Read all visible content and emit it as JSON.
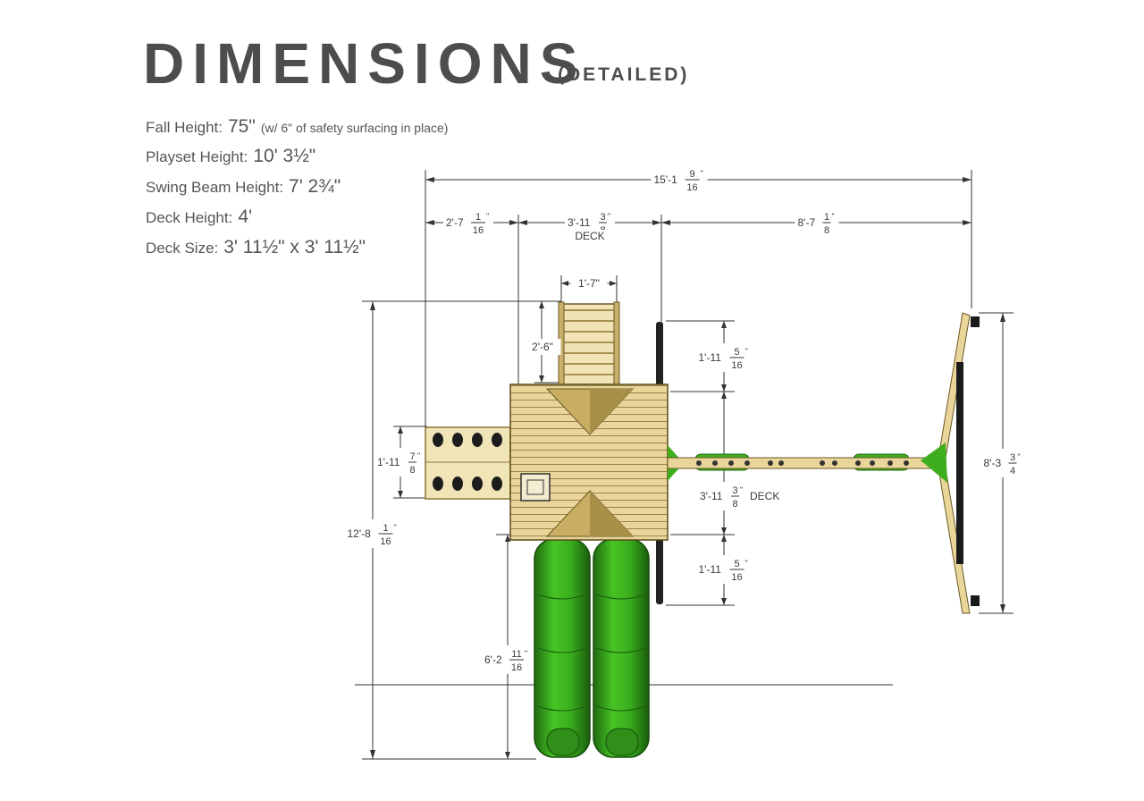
{
  "header": {
    "title": "DIMENSIONS",
    "subtitle": "(DETAILED)"
  },
  "specs": [
    {
      "label": "Fall Height:",
      "value": "75\"",
      "note": "(w/ 6\" of safety surfacing in place)"
    },
    {
      "label": "Playset Height:",
      "value": "10' 3½\"",
      "note": ""
    },
    {
      "label": "Swing Beam Height:",
      "value": "7' 2¾\"",
      "note": ""
    },
    {
      "label": "Deck Height:",
      "value": "4'",
      "note": ""
    },
    {
      "label": "Deck Size:",
      "value": "3' 11½\" x 3' 11½\"",
      "note": ""
    }
  ],
  "dimensions": {
    "overall_width": {
      "whole": "15'-1",
      "num": "9",
      "den": "16",
      "unit": "\""
    },
    "left_section": {
      "whole": "2'-7",
      "num": "1",
      "den": "16",
      "unit": "\""
    },
    "deck_top": {
      "whole": "3'-11",
      "num": "3",
      "den": "8",
      "unit": "\"",
      "label": "DECK"
    },
    "swing_beam_length": {
      "whole": "8'-7",
      "num": "1",
      "den": "8",
      "unit": "\""
    },
    "ladder_width": {
      "text": "1'-7\""
    },
    "ladder_depth": {
      "text": "2'-6\""
    },
    "upper_right": {
      "whole": "1'-11",
      "num": "5",
      "den": "16",
      "unit": "\""
    },
    "deck_right": {
      "whole": "3'-11",
      "num": "3",
      "den": "8",
      "unit": "\"",
      "label": "DECK"
    },
    "lower_right": {
      "whole": "1'-11",
      "num": "5",
      "den": "16",
      "unit": "\""
    },
    "climber": {
      "whole": "1'-11",
      "num": "7",
      "den": "8",
      "unit": "\""
    },
    "overall_depth": {
      "whole": "12'-8",
      "num": "1",
      "den": "16",
      "unit": "\""
    },
    "slide_length": {
      "whole": "6'-2",
      "num": "11",
      "den": "16",
      "unit": "\""
    },
    "a_frame_width": {
      "whole": "8'-3",
      "num": "3",
      "den": "4",
      "unit": "\""
    }
  },
  "colors": {
    "wood": "#e9d49a",
    "wood_dark": "#8c7434",
    "slide_green": "#33a81a",
    "slide_dark": "#1f6a10",
    "line": "#333333"
  }
}
